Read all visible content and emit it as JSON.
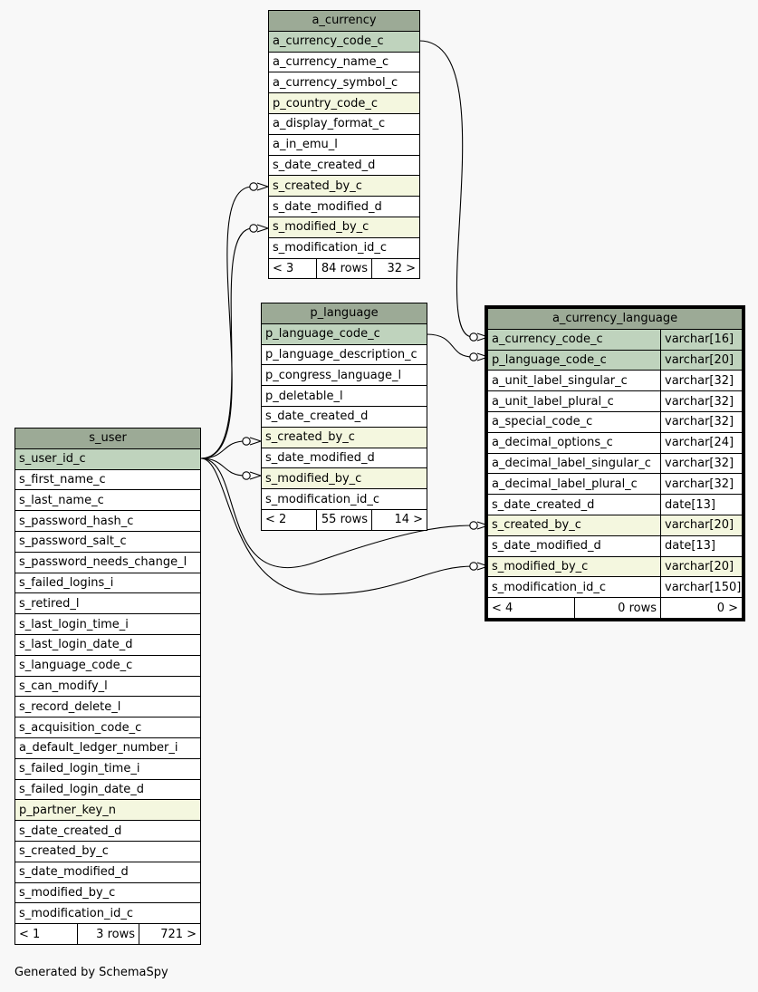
{
  "tables": {
    "a_currency": {
      "name": "a_currency",
      "columns": [
        {
          "name": "a_currency_code_c",
          "kind": "pk"
        },
        {
          "name": "a_currency_name_c",
          "kind": "col"
        },
        {
          "name": "a_currency_symbol_c",
          "kind": "col"
        },
        {
          "name": "p_country_code_c",
          "kind": "fk"
        },
        {
          "name": "a_display_format_c",
          "kind": "col"
        },
        {
          "name": "a_in_emu_l",
          "kind": "col"
        },
        {
          "name": "s_date_created_d",
          "kind": "col"
        },
        {
          "name": "s_created_by_c",
          "kind": "fk"
        },
        {
          "name": "s_date_modified_d",
          "kind": "col"
        },
        {
          "name": "s_modified_by_c",
          "kind": "fk"
        },
        {
          "name": "s_modification_id_c",
          "kind": "col"
        }
      ],
      "footer": {
        "parents": "< 3",
        "rows": "84 rows",
        "children": "32 >"
      }
    },
    "p_language": {
      "name": "p_language",
      "columns": [
        {
          "name": "p_language_code_c",
          "kind": "pk"
        },
        {
          "name": "p_language_description_c",
          "kind": "col"
        },
        {
          "name": "p_congress_language_l",
          "kind": "col"
        },
        {
          "name": "p_deletable_l",
          "kind": "col"
        },
        {
          "name": "s_date_created_d",
          "kind": "col"
        },
        {
          "name": "s_created_by_c",
          "kind": "fk"
        },
        {
          "name": "s_date_modified_d",
          "kind": "col"
        },
        {
          "name": "s_modified_by_c",
          "kind": "fk"
        },
        {
          "name": "s_modification_id_c",
          "kind": "col"
        }
      ],
      "footer": {
        "parents": "< 2",
        "rows": "55 rows",
        "children": "14 >"
      }
    },
    "s_user": {
      "name": "s_user",
      "columns": [
        {
          "name": "s_user_id_c",
          "kind": "pk"
        },
        {
          "name": "s_first_name_c",
          "kind": "col"
        },
        {
          "name": "s_last_name_c",
          "kind": "col"
        },
        {
          "name": "s_password_hash_c",
          "kind": "col"
        },
        {
          "name": "s_password_salt_c",
          "kind": "col"
        },
        {
          "name": "s_password_needs_change_l",
          "kind": "col"
        },
        {
          "name": "s_failed_logins_i",
          "kind": "col"
        },
        {
          "name": "s_retired_l",
          "kind": "col"
        },
        {
          "name": "s_last_login_time_i",
          "kind": "col"
        },
        {
          "name": "s_last_login_date_d",
          "kind": "col"
        },
        {
          "name": "s_language_code_c",
          "kind": "col"
        },
        {
          "name": "s_can_modify_l",
          "kind": "col"
        },
        {
          "name": "s_record_delete_l",
          "kind": "col"
        },
        {
          "name": "s_acquisition_code_c",
          "kind": "col"
        },
        {
          "name": "a_default_ledger_number_i",
          "kind": "col"
        },
        {
          "name": "s_failed_login_time_i",
          "kind": "col"
        },
        {
          "name": "s_failed_login_date_d",
          "kind": "col"
        },
        {
          "name": "p_partner_key_n",
          "kind": "fk"
        },
        {
          "name": "s_date_created_d",
          "kind": "col"
        },
        {
          "name": "s_created_by_c",
          "kind": "col"
        },
        {
          "name": "s_date_modified_d",
          "kind": "col"
        },
        {
          "name": "s_modified_by_c",
          "kind": "col"
        },
        {
          "name": "s_modification_id_c",
          "kind": "col"
        }
      ],
      "footer": {
        "parents": "< 1",
        "rows": "3 rows",
        "children": "721 >"
      }
    },
    "a_currency_language": {
      "name": "a_currency_language",
      "columns": [
        {
          "name": "a_currency_code_c",
          "type": "varchar[16]",
          "kind": "pk"
        },
        {
          "name": "p_language_code_c",
          "type": "varchar[20]",
          "kind": "pk"
        },
        {
          "name": "a_unit_label_singular_c",
          "type": "varchar[32]",
          "kind": "col"
        },
        {
          "name": "a_unit_label_plural_c",
          "type": "varchar[32]",
          "kind": "col"
        },
        {
          "name": "a_special_code_c",
          "type": "varchar[32]",
          "kind": "col"
        },
        {
          "name": "a_decimal_options_c",
          "type": "varchar[24]",
          "kind": "col"
        },
        {
          "name": "a_decimal_label_singular_c",
          "type": "varchar[32]",
          "kind": "col"
        },
        {
          "name": "a_decimal_label_plural_c",
          "type": "varchar[32]",
          "kind": "col"
        },
        {
          "name": "s_date_created_d",
          "type": "date[13]",
          "kind": "col"
        },
        {
          "name": "s_created_by_c",
          "type": "varchar[20]",
          "kind": "fk"
        },
        {
          "name": "s_date_modified_d",
          "type": "date[13]",
          "kind": "col"
        },
        {
          "name": "s_modified_by_c",
          "type": "varchar[20]",
          "kind": "fk"
        },
        {
          "name": "s_modification_id_c",
          "type": "varchar[150]",
          "kind": "col"
        }
      ],
      "footer": {
        "parents": "< 4",
        "rows": "0 rows",
        "children": "0 >"
      }
    }
  },
  "footer_text": "Generated by SchemaSpy",
  "colors": {
    "header": "#9caa96",
    "primary_key": "#bfd3bd",
    "foreign_key": "#f4f7df",
    "background": "#f8f8f8"
  }
}
